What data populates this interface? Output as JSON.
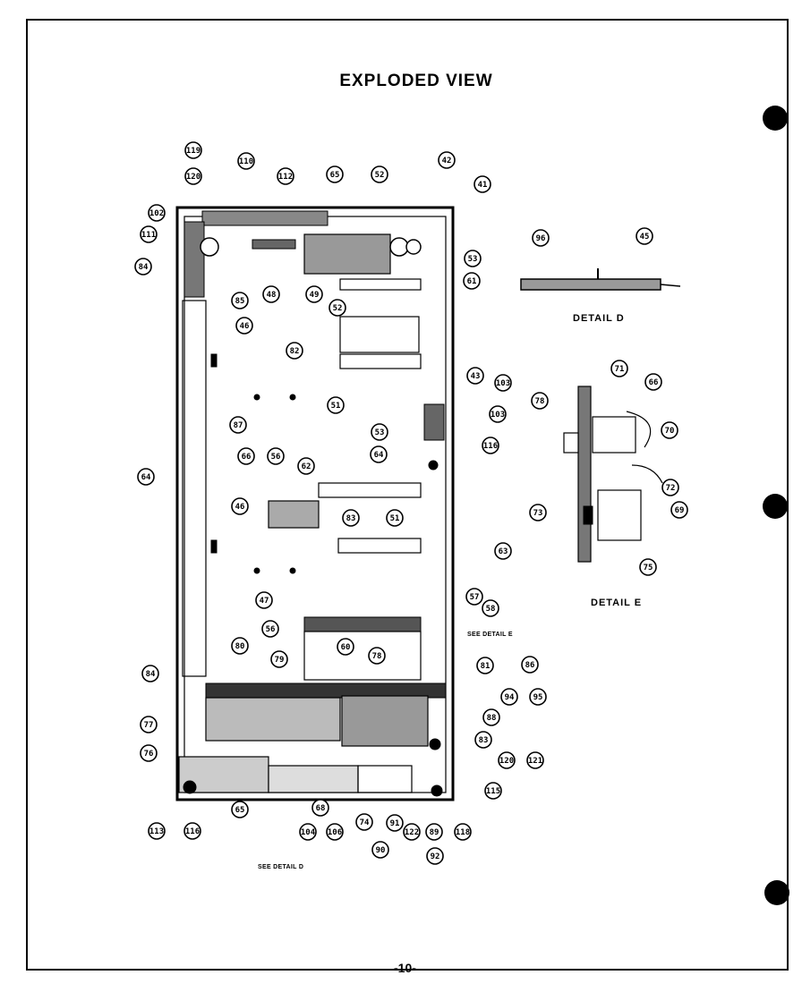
{
  "title": "EXPLODED VIEW",
  "page_number": "-10-",
  "details": [
    {
      "label": "DETAIL D"
    },
    {
      "label": "DETAIL E"
    }
  ],
  "notes": [
    {
      "text": "SEE DETAIL E"
    },
    {
      "text": "SEE DETAIL D"
    }
  ],
  "callouts": {
    "main": [
      "119",
      "120",
      "110",
      "112",
      "65",
      "52",
      "42",
      "41",
      "102",
      "111",
      "84",
      "85",
      "53",
      "48",
      "49",
      "52",
      "61",
      "46",
      "82",
      "51",
      "43",
      "103",
      "103",
      "87",
      "116",
      "53",
      "64",
      "66",
      "56",
      "62",
      "83",
      "64",
      "46",
      "51",
      "63",
      "47",
      "57",
      "58",
      "84",
      "56",
      "80",
      "79",
      "60",
      "78",
      "81",
      "86",
      "94",
      "95",
      "77",
      "76",
      "88",
      "83",
      "120",
      "121",
      "113",
      "116",
      "65",
      "68",
      "104",
      "106",
      "74",
      "90",
      "91",
      "122",
      "89",
      "118",
      "115",
      "92"
    ],
    "detail_d": [
      "96",
      "45"
    ],
    "detail_e": [
      "78",
      "71",
      "66",
      "70",
      "72",
      "73",
      "69",
      "75"
    ]
  }
}
